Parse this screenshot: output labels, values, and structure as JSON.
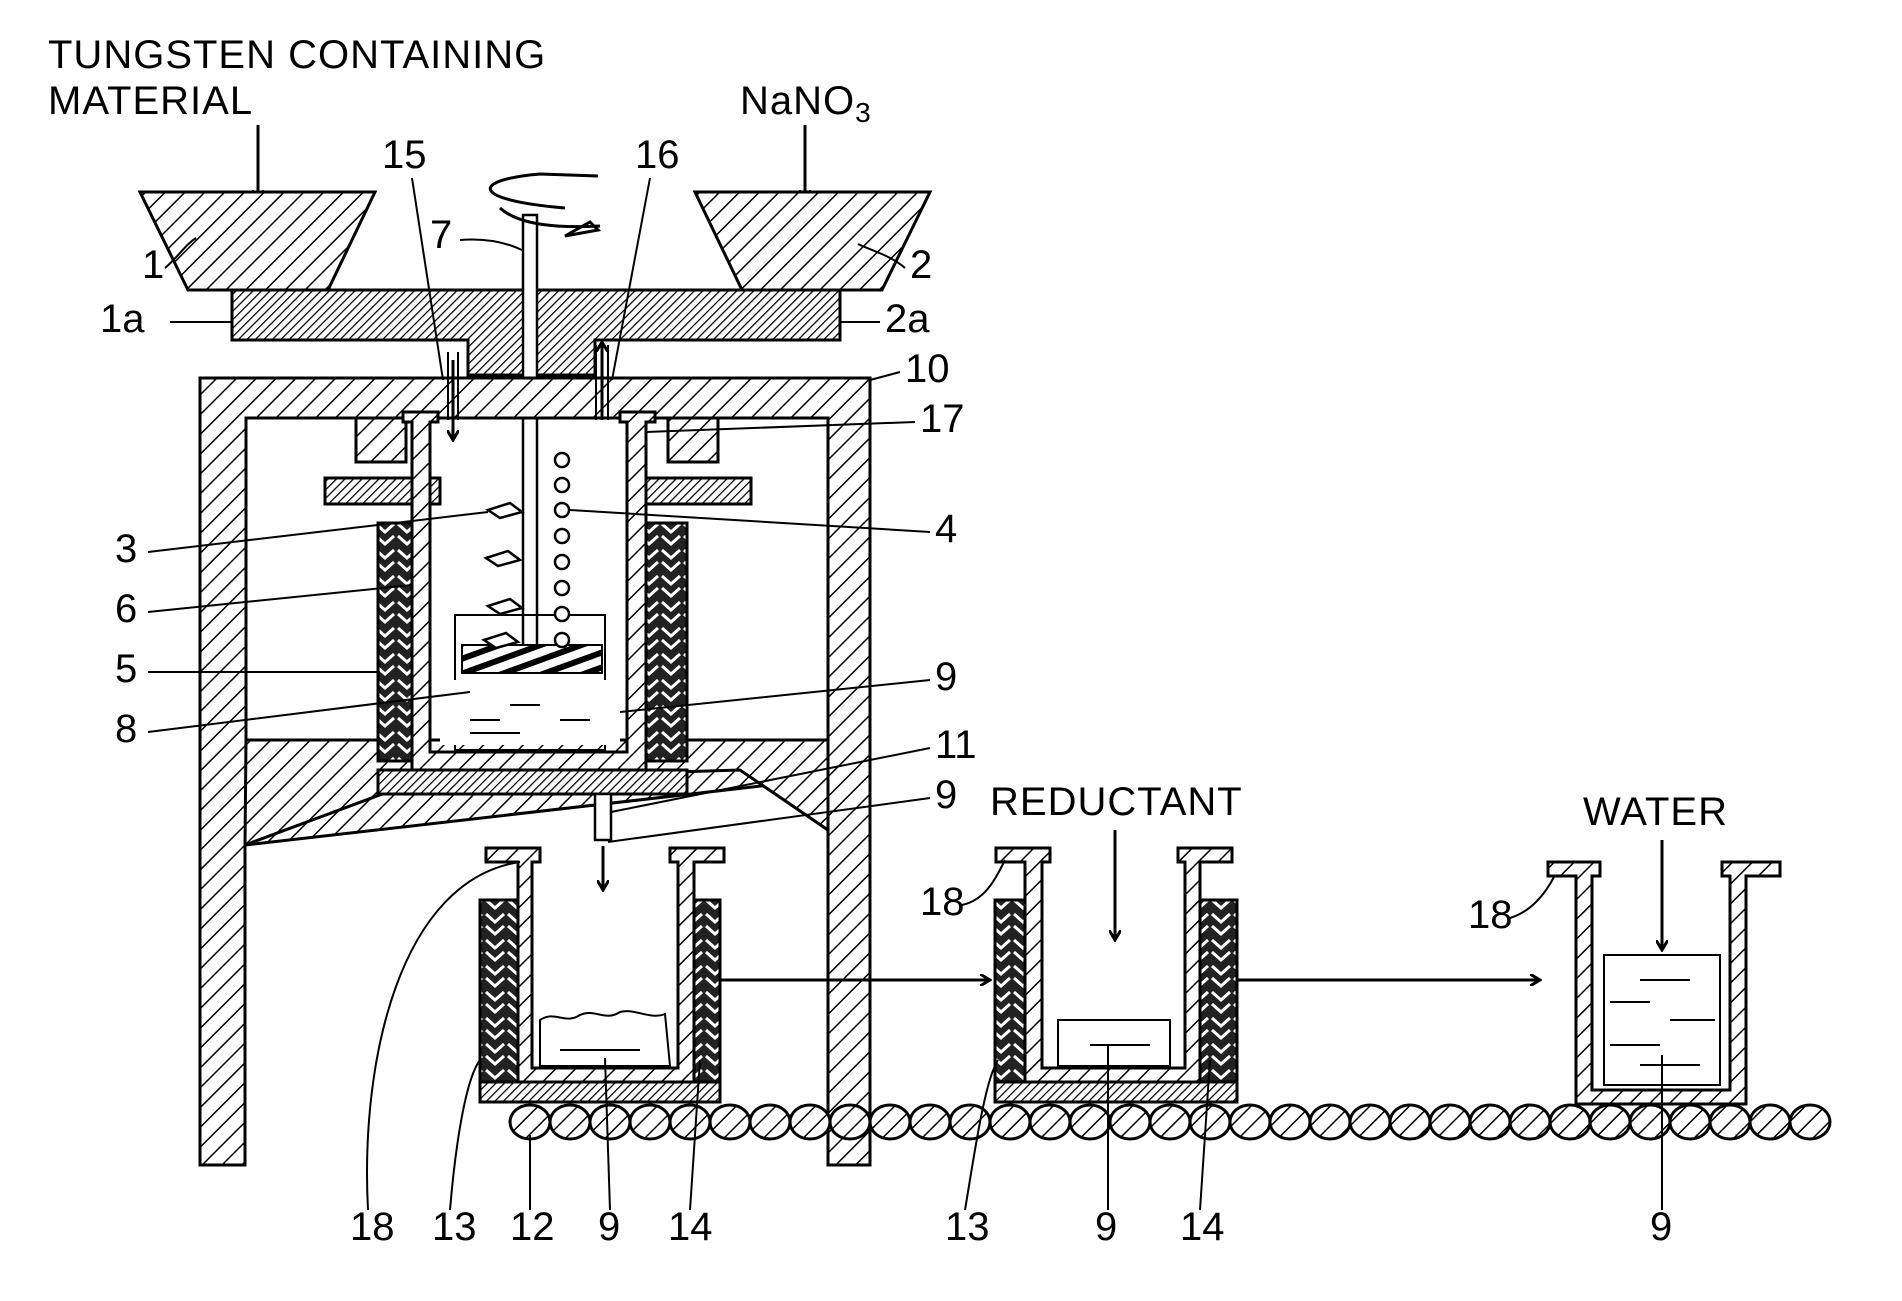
{
  "labels": {
    "tungsten_line1": "TUNGSTEN CONTAINING",
    "tungsten_line2": "MATERIAL",
    "nano3_main": "NaNO",
    "nano3_sub": "3",
    "reductant": "REDUCTANT",
    "water": "WATER"
  },
  "refs": {
    "r1": "1",
    "r2": "2",
    "r1a": "1a",
    "r2a": "2a",
    "r3": "3",
    "r4": "4",
    "r5": "5",
    "r6": "6",
    "r7": "7",
    "r8": "8",
    "r9_upper": "9",
    "r9_drain": "9",
    "r10": "10",
    "r11": "11",
    "r15": "15",
    "r16": "16",
    "r17": "17",
    "r18_a": "18",
    "r18_b": "18",
    "r18_c": "18",
    "r13_a": "13",
    "r13_b": "13",
    "r12": "12",
    "r9_a": "9",
    "r9_b": "9",
    "r9_c": "9",
    "r14_a": "14",
    "r14_b": "14"
  }
}
